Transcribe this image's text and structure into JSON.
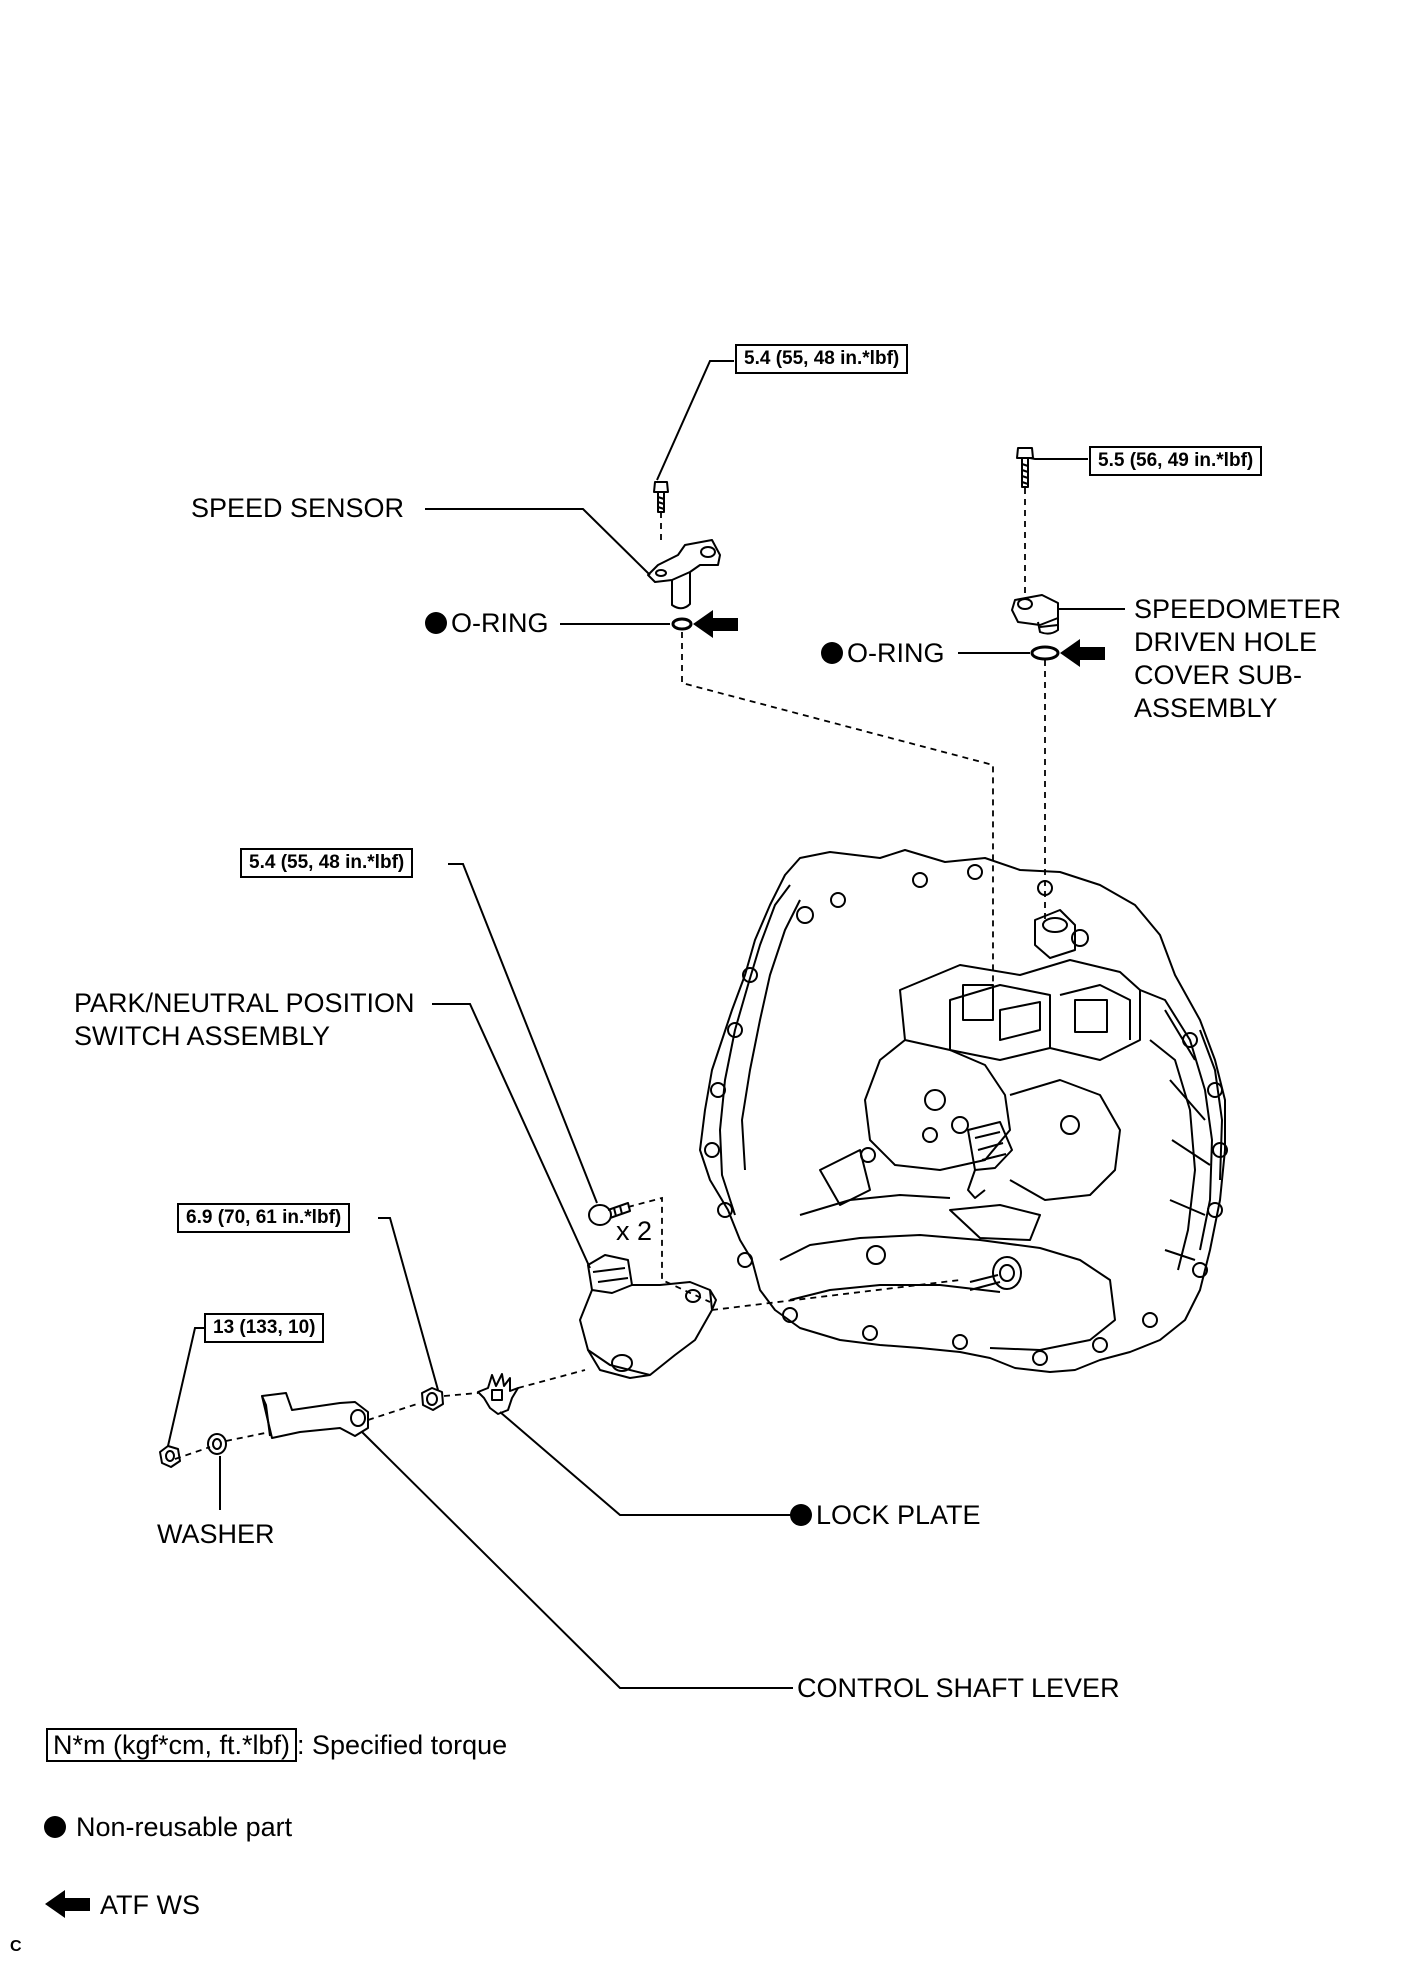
{
  "labels": {
    "speed_sensor": "SPEED SENSOR",
    "o_ring_1": "O-RING",
    "o_ring_2": "O-RING",
    "speedometer_cover": [
      "SPEEDOMETER",
      "DRIVEN HOLE",
      "COVER SUB-",
      "ASSEMBLY"
    ],
    "pnp_switch": [
      "PARK/NEUTRAL POSITION",
      "SWITCH ASSEMBLY"
    ],
    "x2": "x 2",
    "washer": "WASHER",
    "lock_plate": "LOCK PLATE",
    "control_shaft_lever": "CONTROL SHAFT LEVER"
  },
  "torques": {
    "speed_sensor_bolt": "5.4 (55, 48 in.*lbf)",
    "cover_bolt": "5.5 (56, 49 in.*lbf)",
    "pnp_switch_bolt": "5.4 (55, 48 in.*lbf)",
    "pnp_switch_nut": "6.9 (70, 61 in.*lbf)",
    "lever_nut": "13 (133, 10)"
  },
  "legend": {
    "torque_box": "N*m (kgf*cm, ft.*lbf)",
    "torque_text": ": Specified torque",
    "non_reusable": "Non-reusable part",
    "atf": "ATF WS"
  },
  "figure_code": "C"
}
